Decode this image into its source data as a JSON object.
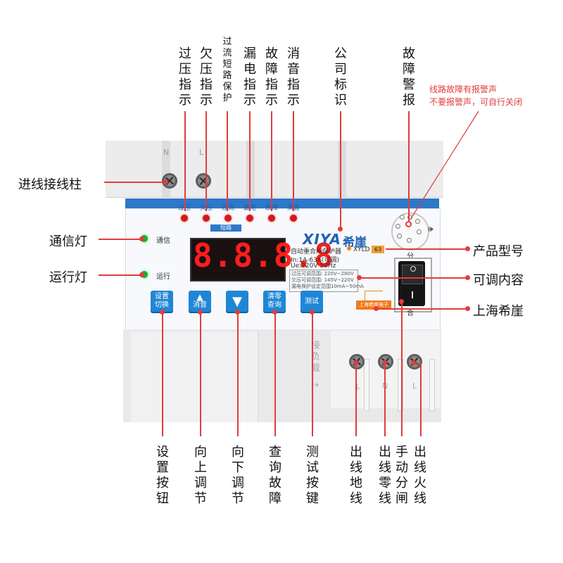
{
  "top_labels": [
    {
      "key": "overvoltage",
      "text": "过压指示"
    },
    {
      "key": "undervoltage",
      "text": "欠压指示"
    },
    {
      "key": "overcurrent",
      "text": "过流短路保护"
    },
    {
      "key": "leakage",
      "text": "漏电指示"
    },
    {
      "key": "fault",
      "text": "故障指示"
    },
    {
      "key": "mute",
      "text": "消音指示"
    },
    {
      "key": "logo",
      "text": "公司标识"
    },
    {
      "key": "alarm",
      "text": "故障警报"
    }
  ],
  "alarm_note": {
    "line1": "线路故障有报警声",
    "line2": "不要报警声，可自行关闭"
  },
  "side_left": {
    "inlet": "进线接线柱",
    "comm_light": "通信灯",
    "run_light": "运行灯"
  },
  "side_right": {
    "model": "产品型号",
    "adjustable": "可调内容",
    "shanghai": "上海希崖"
  },
  "bottom_labels": [
    {
      "key": "set",
      "text": "设置按钮"
    },
    {
      "key": "up",
      "text": "向上调节"
    },
    {
      "key": "down",
      "text": "向下调节"
    },
    {
      "key": "query",
      "text": "查询故障"
    },
    {
      "key": "test",
      "text": "测试按键"
    },
    {
      "key": "out_ground",
      "text": "出线地线"
    },
    {
      "key": "out_neutral",
      "text": "出线零线"
    },
    {
      "key": "manual",
      "text": "手动分闸"
    },
    {
      "key": "out_live",
      "text": "出线火线"
    }
  ],
  "panel": {
    "led_labels": [
      "过压",
      "欠压",
      "过流",
      "漏电",
      "故障",
      "消音"
    ],
    "short_label": "短路",
    "comm": "通信",
    "run": "运行",
    "display": "8.8.8.8",
    "brand_en": "XIYA",
    "brand_cn": "希崖",
    "product_name": "自动重合闸保护器",
    "model_prefix": "XYLD",
    "model_num": "63",
    "rating1": "In:1A-63A(可调)",
    "rating2": "Ue:220V  50Hz",
    "adj1": "过压可调范围:  220V~280V",
    "adj2": "欠压可调范围:  145V~220V",
    "adj3": "漏电保护设定范围10mA~50mA",
    "company_tag": "上海希崖电子",
    "switch_top": "分",
    "switch_bottom": "合",
    "buttons": [
      {
        "l1": "设置",
        "l2": "切换"
      },
      {
        "l1": "▲",
        "l2": "消音"
      },
      {
        "l1": "▼",
        "l2": ""
      },
      {
        "l1": "清零",
        "l2": "查询"
      },
      {
        "l1": "测试",
        "l2": ""
      }
    ],
    "top_letters": {
      "n": "N",
      "l": "L"
    },
    "bottom_letters": {
      "pe": "⏚",
      "n": "N",
      "l": "L"
    },
    "load_text": "接负载"
  }
}
